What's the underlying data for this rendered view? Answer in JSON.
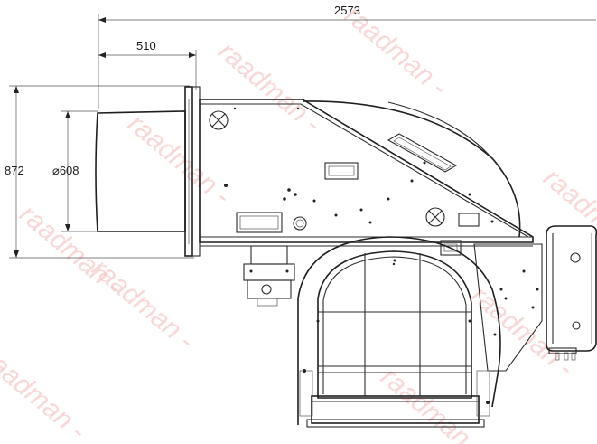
{
  "dimensions": {
    "overall_length": "2573",
    "front_length": "510",
    "height": "872",
    "diameter": "⌀608"
  },
  "watermark": {
    "text": "raadman -"
  },
  "colors": {
    "line": "#2b2b2b",
    "watermark": "#f4b8b8",
    "background": "#ffffff"
  }
}
